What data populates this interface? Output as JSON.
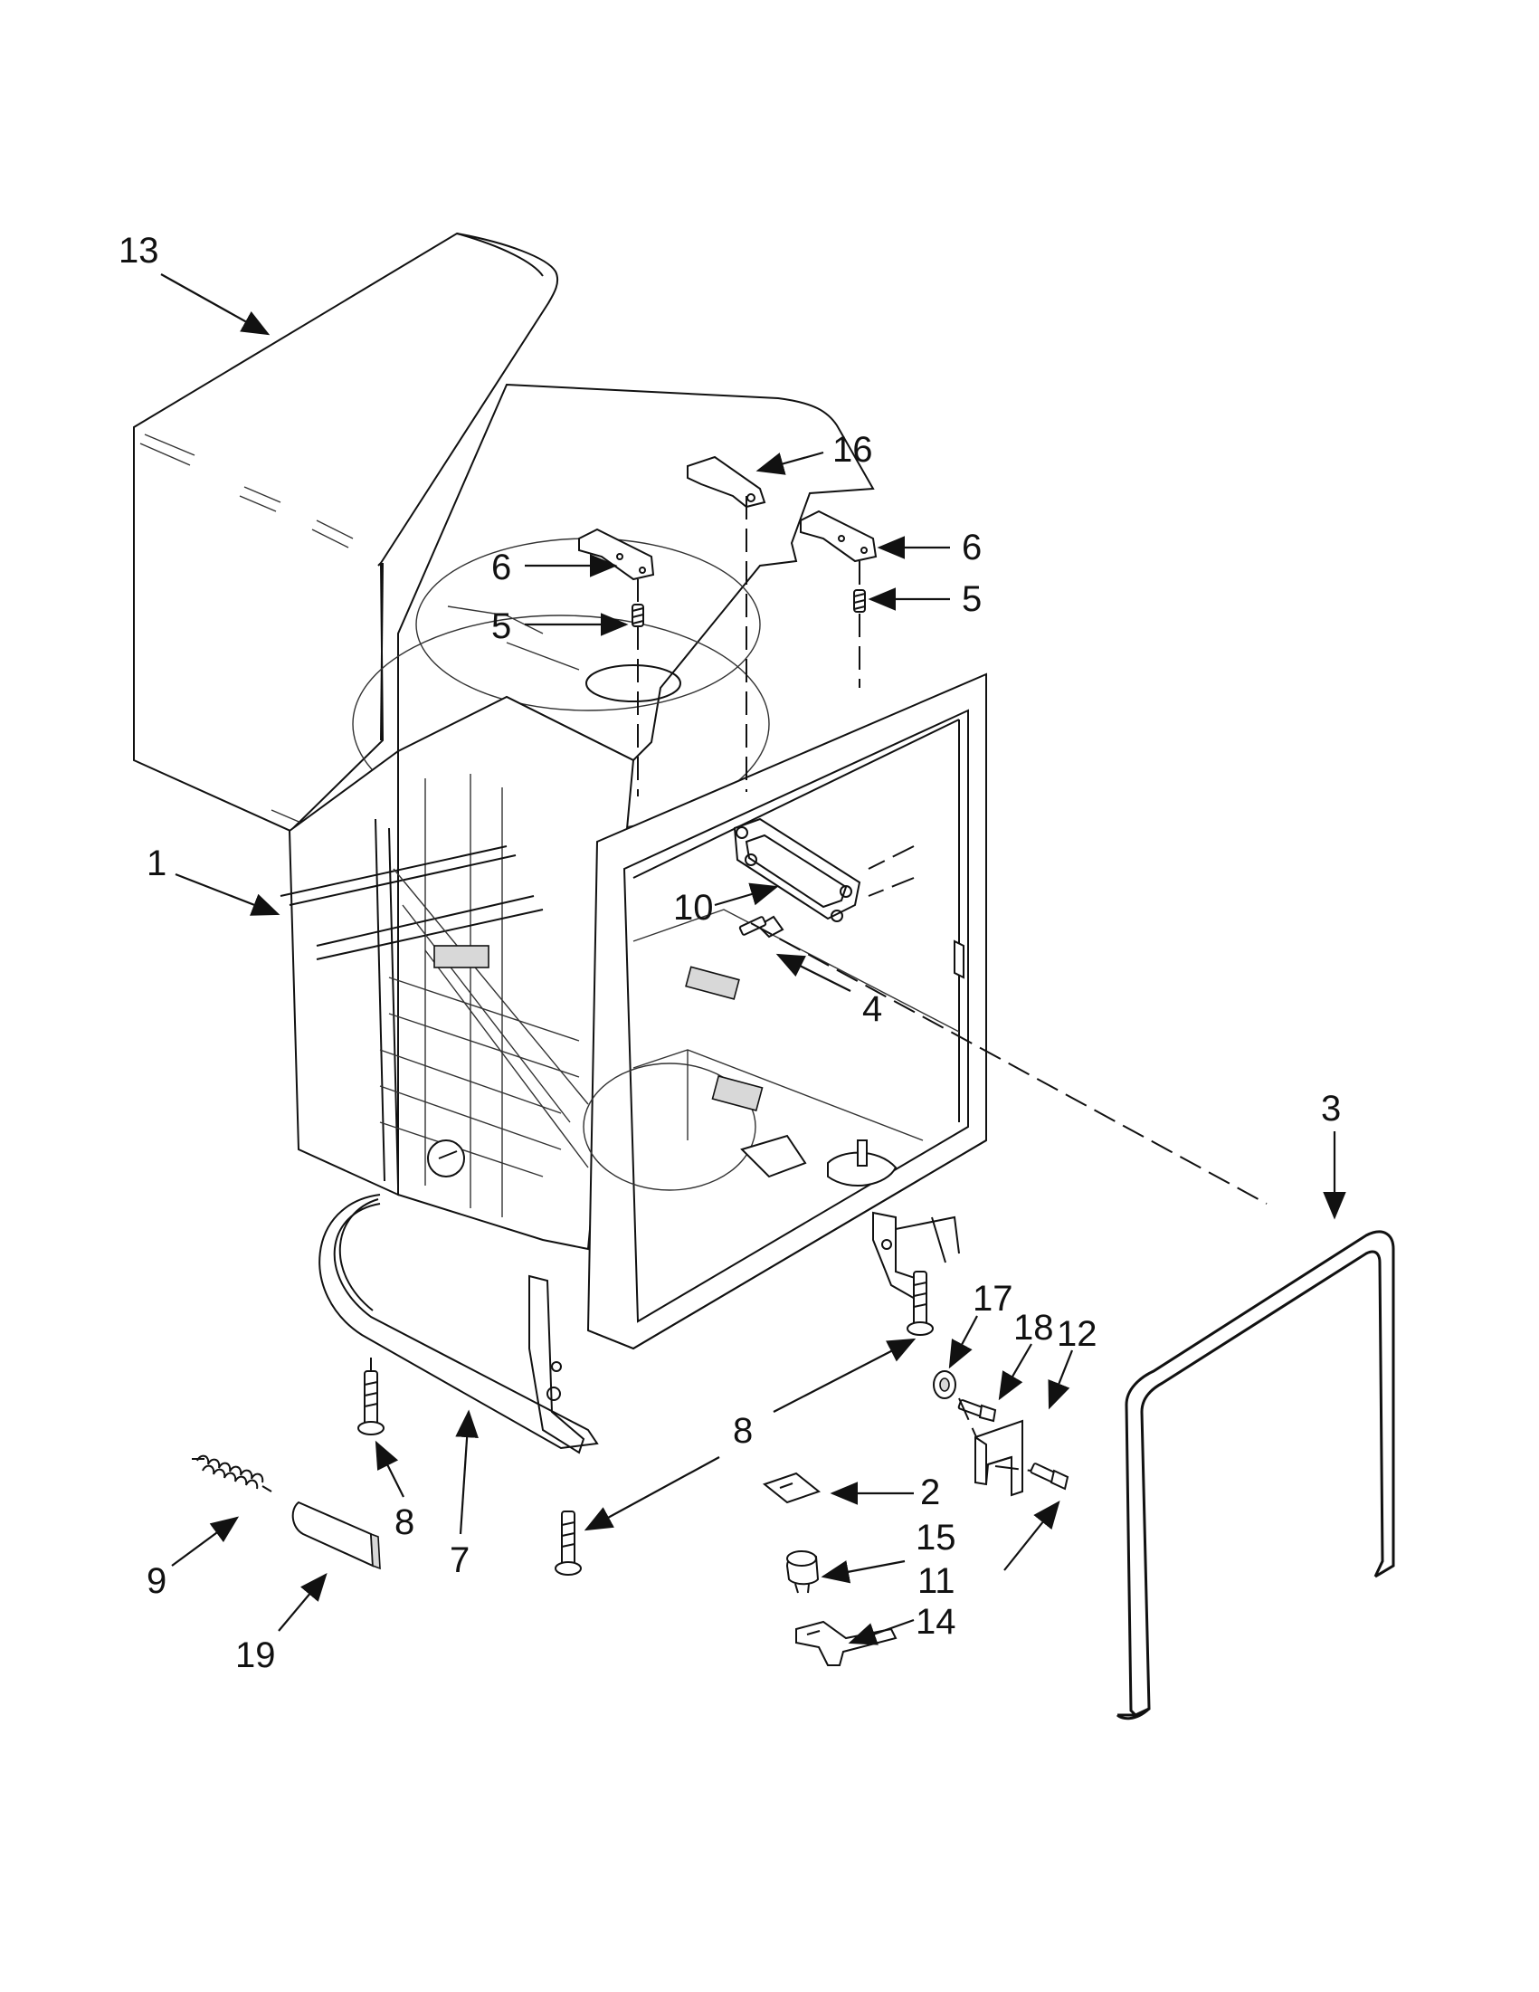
{
  "callouts": [
    {
      "id": "c13",
      "text": "13"
    },
    {
      "id": "c16",
      "text": "16"
    },
    {
      "id": "c6a",
      "text": "6"
    },
    {
      "id": "c6b",
      "text": "6"
    },
    {
      "id": "c5a",
      "text": "5"
    },
    {
      "id": "c5b",
      "text": "5"
    },
    {
      "id": "c1",
      "text": "1"
    },
    {
      "id": "c10",
      "text": "10"
    },
    {
      "id": "c4",
      "text": "4"
    },
    {
      "id": "c3",
      "text": "3"
    },
    {
      "id": "c17",
      "text": "17"
    },
    {
      "id": "c18",
      "text": "18"
    },
    {
      "id": "c12",
      "text": "12"
    },
    {
      "id": "c8a",
      "text": "8"
    },
    {
      "id": "c8b",
      "text": "8"
    },
    {
      "id": "c2",
      "text": "2"
    },
    {
      "id": "c7",
      "text": "7"
    },
    {
      "id": "c9",
      "text": "9"
    },
    {
      "id": "c15",
      "text": "15"
    },
    {
      "id": "c11",
      "text": "11"
    },
    {
      "id": "c14",
      "text": "14"
    },
    {
      "id": "c19",
      "text": "19"
    }
  ]
}
